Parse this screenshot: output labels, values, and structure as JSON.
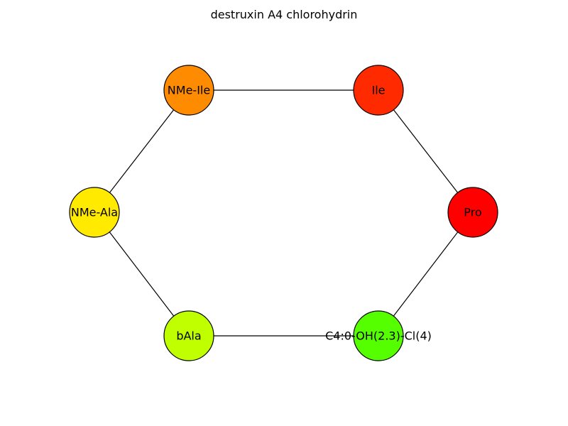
{
  "title": "destruxin A4 chlorohydrin",
  "nodes": [
    {
      "id": "nme-ile",
      "label": "NMe-Ile",
      "color": "#ff8c00"
    },
    {
      "id": "ile",
      "label": "Ile",
      "color": "#ff2a00"
    },
    {
      "id": "nme-ala",
      "label": "NMe-Ala",
      "color": "#ffea00"
    },
    {
      "id": "pro",
      "label": "Pro",
      "color": "#ff0000"
    },
    {
      "id": "bala",
      "label": "bAla",
      "color": "#bfff00"
    },
    {
      "id": "c4",
      "label": "C4:0-OH(2.3)-Cl(4)",
      "color": "#55ff00"
    }
  ],
  "edges": [
    [
      "nme-ile",
      "ile"
    ],
    [
      "ile",
      "pro"
    ],
    [
      "pro",
      "c4"
    ],
    [
      "c4",
      "bala"
    ],
    [
      "bala",
      "nme-ala"
    ],
    [
      "nme-ala",
      "nme-ile"
    ]
  ]
}
